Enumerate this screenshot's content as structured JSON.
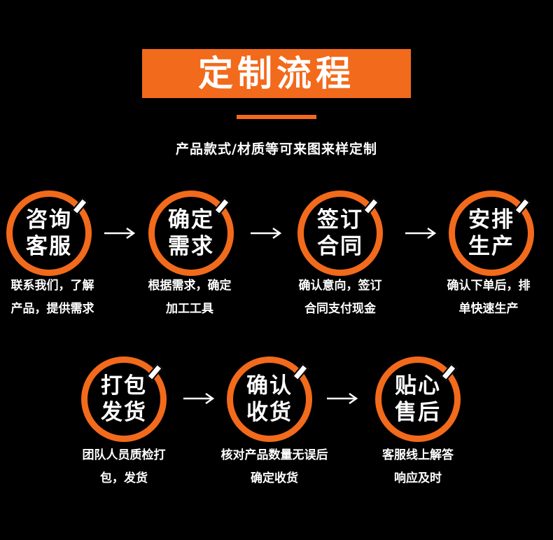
{
  "title": "定制流程",
  "subtitle": "产品款式/材质等可来图来样定制",
  "colors": {
    "accent": "#f26a1b",
    "background": "#000000",
    "text": "#ffffff"
  },
  "steps": [
    {
      "line1": "咨询",
      "line2": "客服",
      "desc1": "联系我们，了解",
      "desc2": "产品，提供需求"
    },
    {
      "line1": "确定",
      "line2": "需求",
      "desc1": "根据需求，确定",
      "desc2": "加工工具"
    },
    {
      "line1": "签订",
      "line2": "合同",
      "desc1": "确认意向，签订",
      "desc2": "合同支付现金"
    },
    {
      "line1": "安排",
      "line2": "生产",
      "desc1": "确认下单后，排",
      "desc2": "单快速生产"
    },
    {
      "line1": "打包",
      "line2": "发货",
      "desc1": "团队人员质检打",
      "desc2": "包，发货"
    },
    {
      "line1": "确认",
      "line2": "收货",
      "desc1": "核对产品数量无误后",
      "desc2": "确定收货"
    },
    {
      "line1": "贴心",
      "line2": "售后",
      "desc1": "客服线上解答",
      "desc2": "响应及时"
    }
  ],
  "arrow_icon": "arrow-right-icon"
}
